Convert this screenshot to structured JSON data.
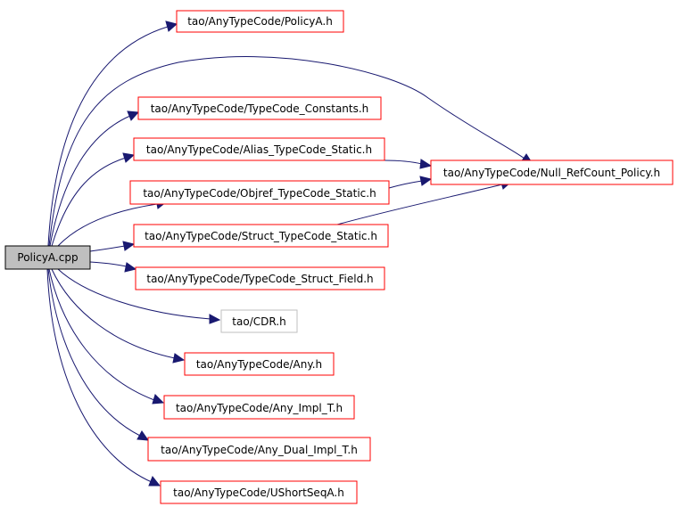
{
  "colors": {
    "root_fill": "#bfbfbf",
    "root_stroke": "#000000",
    "linked_stroke": "#ff0000",
    "plain_stroke": "#bfbfbf",
    "edge": "#191970"
  },
  "nodes": {
    "root": {
      "label": "PolicyA.cpp",
      "kind": "root"
    },
    "policy_a_h": {
      "label": "tao/AnyTypeCode/PolicyA.h",
      "kind": "linked"
    },
    "typecode_constants_h": {
      "label": "tao/AnyTypeCode/TypeCode_Constants.h",
      "kind": "linked"
    },
    "alias_typecode_static_h": {
      "label": "tao/AnyTypeCode/Alias_TypeCode_Static.h",
      "kind": "linked"
    },
    "null_refcount_policy_h": {
      "label": "tao/AnyTypeCode/Null_RefCount_Policy.h",
      "kind": "linked"
    },
    "objref_typecode_static_h": {
      "label": "tao/AnyTypeCode/Objref_TypeCode_Static.h",
      "kind": "linked"
    },
    "struct_typecode_static_h": {
      "label": "tao/AnyTypeCode/Struct_TypeCode_Static.h",
      "kind": "linked"
    },
    "typecode_struct_field_h": {
      "label": "tao/AnyTypeCode/TypeCode_Struct_Field.h",
      "kind": "linked"
    },
    "cdr_h": {
      "label": "tao/CDR.h",
      "kind": "plain"
    },
    "any_h": {
      "label": "tao/AnyTypeCode/Any.h",
      "kind": "linked"
    },
    "any_impl_t_h": {
      "label": "tao/AnyTypeCode/Any_Impl_T.h",
      "kind": "linked"
    },
    "any_dual_impl_t_h": {
      "label": "tao/AnyTypeCode/Any_Dual_Impl_T.h",
      "kind": "linked"
    },
    "ushortseqa_h": {
      "label": "tao/AnyTypeCode/UShortSeqA.h",
      "kind": "linked"
    }
  },
  "edges": [
    {
      "from": "root",
      "to": "policy_a_h"
    },
    {
      "from": "root",
      "to": "null_refcount_policy_h"
    },
    {
      "from": "root",
      "to": "typecode_constants_h"
    },
    {
      "from": "root",
      "to": "alias_typecode_static_h"
    },
    {
      "from": "root",
      "to": "objref_typecode_static_h"
    },
    {
      "from": "root",
      "to": "struct_typecode_static_h"
    },
    {
      "from": "root",
      "to": "typecode_struct_field_h"
    },
    {
      "from": "root",
      "to": "cdr_h"
    },
    {
      "from": "root",
      "to": "any_h"
    },
    {
      "from": "root",
      "to": "any_impl_t_h"
    },
    {
      "from": "root",
      "to": "any_dual_impl_t_h"
    },
    {
      "from": "root",
      "to": "ushortseqa_h"
    },
    {
      "from": "alias_typecode_static_h",
      "to": "null_refcount_policy_h"
    },
    {
      "from": "objref_typecode_static_h",
      "to": "null_refcount_policy_h"
    },
    {
      "from": "struct_typecode_static_h",
      "to": "null_refcount_policy_h"
    }
  ]
}
